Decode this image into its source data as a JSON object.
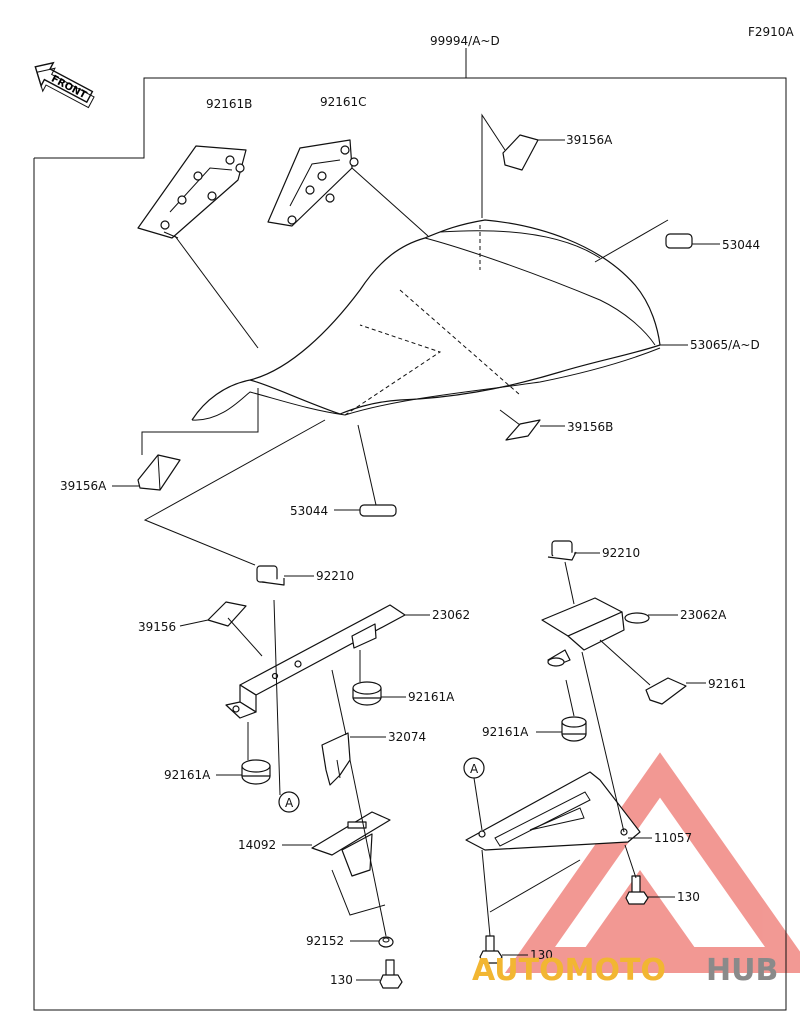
{
  "diagram_id": "F2910A",
  "assembly_ref": "99994/A~D",
  "front_arrow_text": "FRONT",
  "callouts": {
    "p92161B": "92161B",
    "p92161C": "92161C",
    "p39156A_top": "39156A",
    "p53044_top": "53044",
    "p53065": "53065/A~D",
    "p39156B": "39156B",
    "p39156A_left": "39156A",
    "p53044_mid": "53044",
    "p92210_left": "92210",
    "p39156": "39156",
    "p23062": "23062",
    "p92161A_a": "92161A",
    "p32074": "32074",
    "p92161A_b": "92161A",
    "p14092": "14092",
    "p92152": "92152",
    "p130_a": "130",
    "p92210_right": "92210",
    "p23062A": "23062A",
    "p92161": "92161",
    "p92161A_c": "92161A",
    "p11057": "11057",
    "p130_b": "130",
    "p130_c": "130",
    "ref_A_1": "A",
    "ref_A_2": "A"
  },
  "watermark": {
    "text_a": "AUTOMOTO",
    "text_b": "HUB",
    "color_a": "#f2b632",
    "color_b": "#8a8a8a",
    "logo_color": "#e8453c"
  }
}
